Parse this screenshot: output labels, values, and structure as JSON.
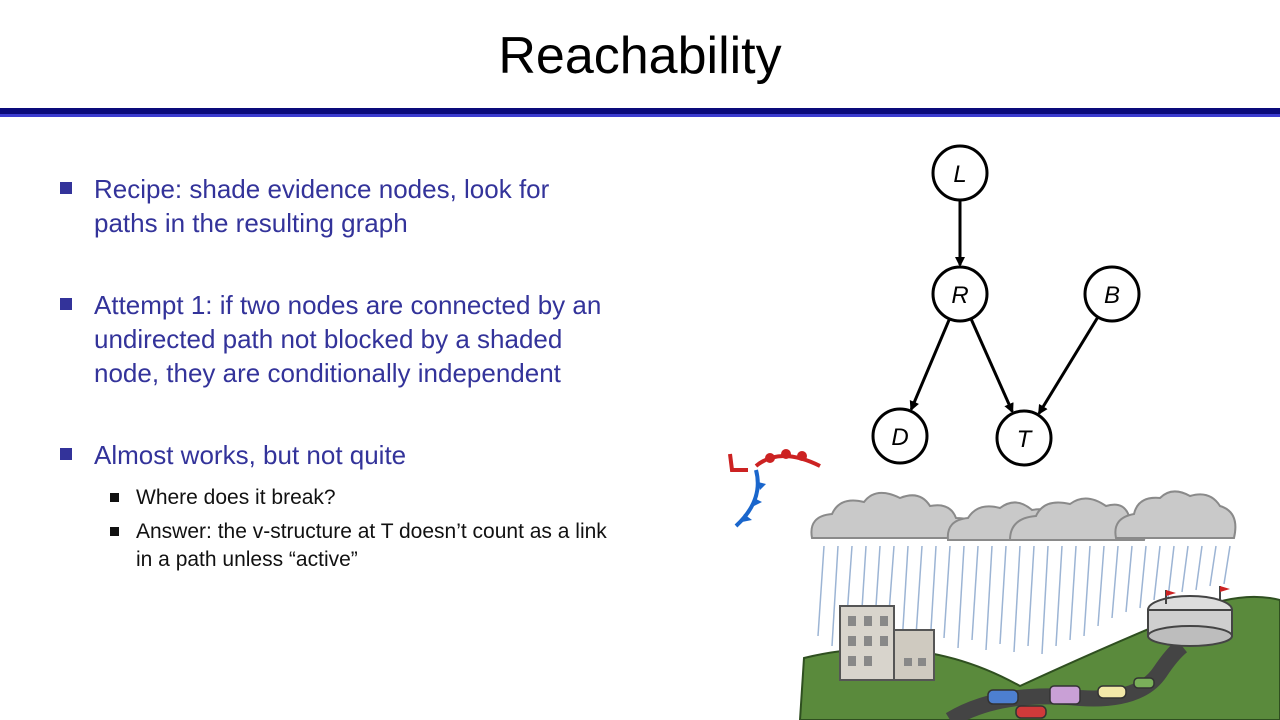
{
  "slide": {
    "title": "Reachability"
  },
  "bullets": [
    {
      "text": "Recipe: shade evidence nodes, look for paths in the resulting graph"
    },
    {
      "text": "Attempt 1: if two nodes are connected by an undirected path not blocked by a shaded node, they are conditionally independent"
    },
    {
      "text": "Almost works, but not quite"
    }
  ],
  "sub_bullets": [
    {
      "text": "Where does it break?"
    },
    {
      "text": "Answer: the v-structure at T doesn’t count as a link in a path unless “active”"
    }
  ],
  "graph": {
    "nodes": {
      "L": "L",
      "R": "R",
      "B": "B",
      "D": "D",
      "T": "T"
    },
    "edges": [
      {
        "from": "L",
        "to": "R"
      },
      {
        "from": "R",
        "to": "D"
      },
      {
        "from": "R",
        "to": "T"
      },
      {
        "from": "B",
        "to": "T"
      }
    ]
  },
  "colors": {
    "title_rule_dark": "#0a0a7a",
    "title_rule_light": "#3b3bd0",
    "bullet_text": "#33339a",
    "sub_bullet_text": "#111111"
  }
}
